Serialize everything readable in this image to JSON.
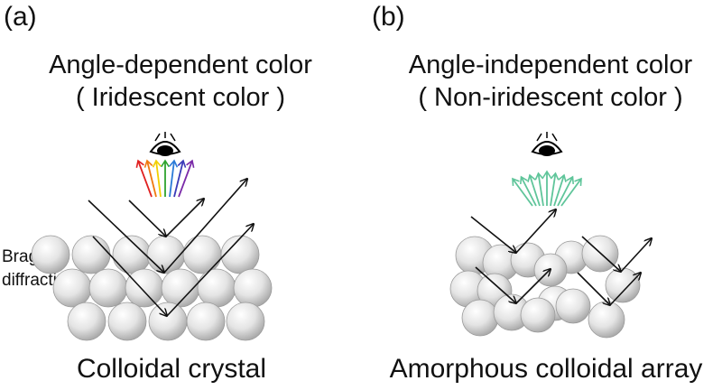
{
  "panel_a": {
    "label": "(a)",
    "title_line1": "Angle-dependent color",
    "title_line2": "( Iridescent color )",
    "side_label_line1": "Bragg",
    "side_label_line2": "diffraction",
    "caption": "Colloidal crystal",
    "arrow_colors": [
      "#e02020",
      "#f07a10",
      "#f2d000",
      "#2ea32e",
      "#2b7bd8",
      "#3b3bb8",
      "#7a2aa8"
    ]
  },
  "panel_b": {
    "label": "(b)",
    "title_line1": "Angle-independent color",
    "title_line2": "( Non-iridescent color )",
    "caption": "Amorphous colloidal array",
    "arrow_color": "#5fc59a"
  },
  "icons": [
    "eye-icon",
    "eye-icon"
  ]
}
